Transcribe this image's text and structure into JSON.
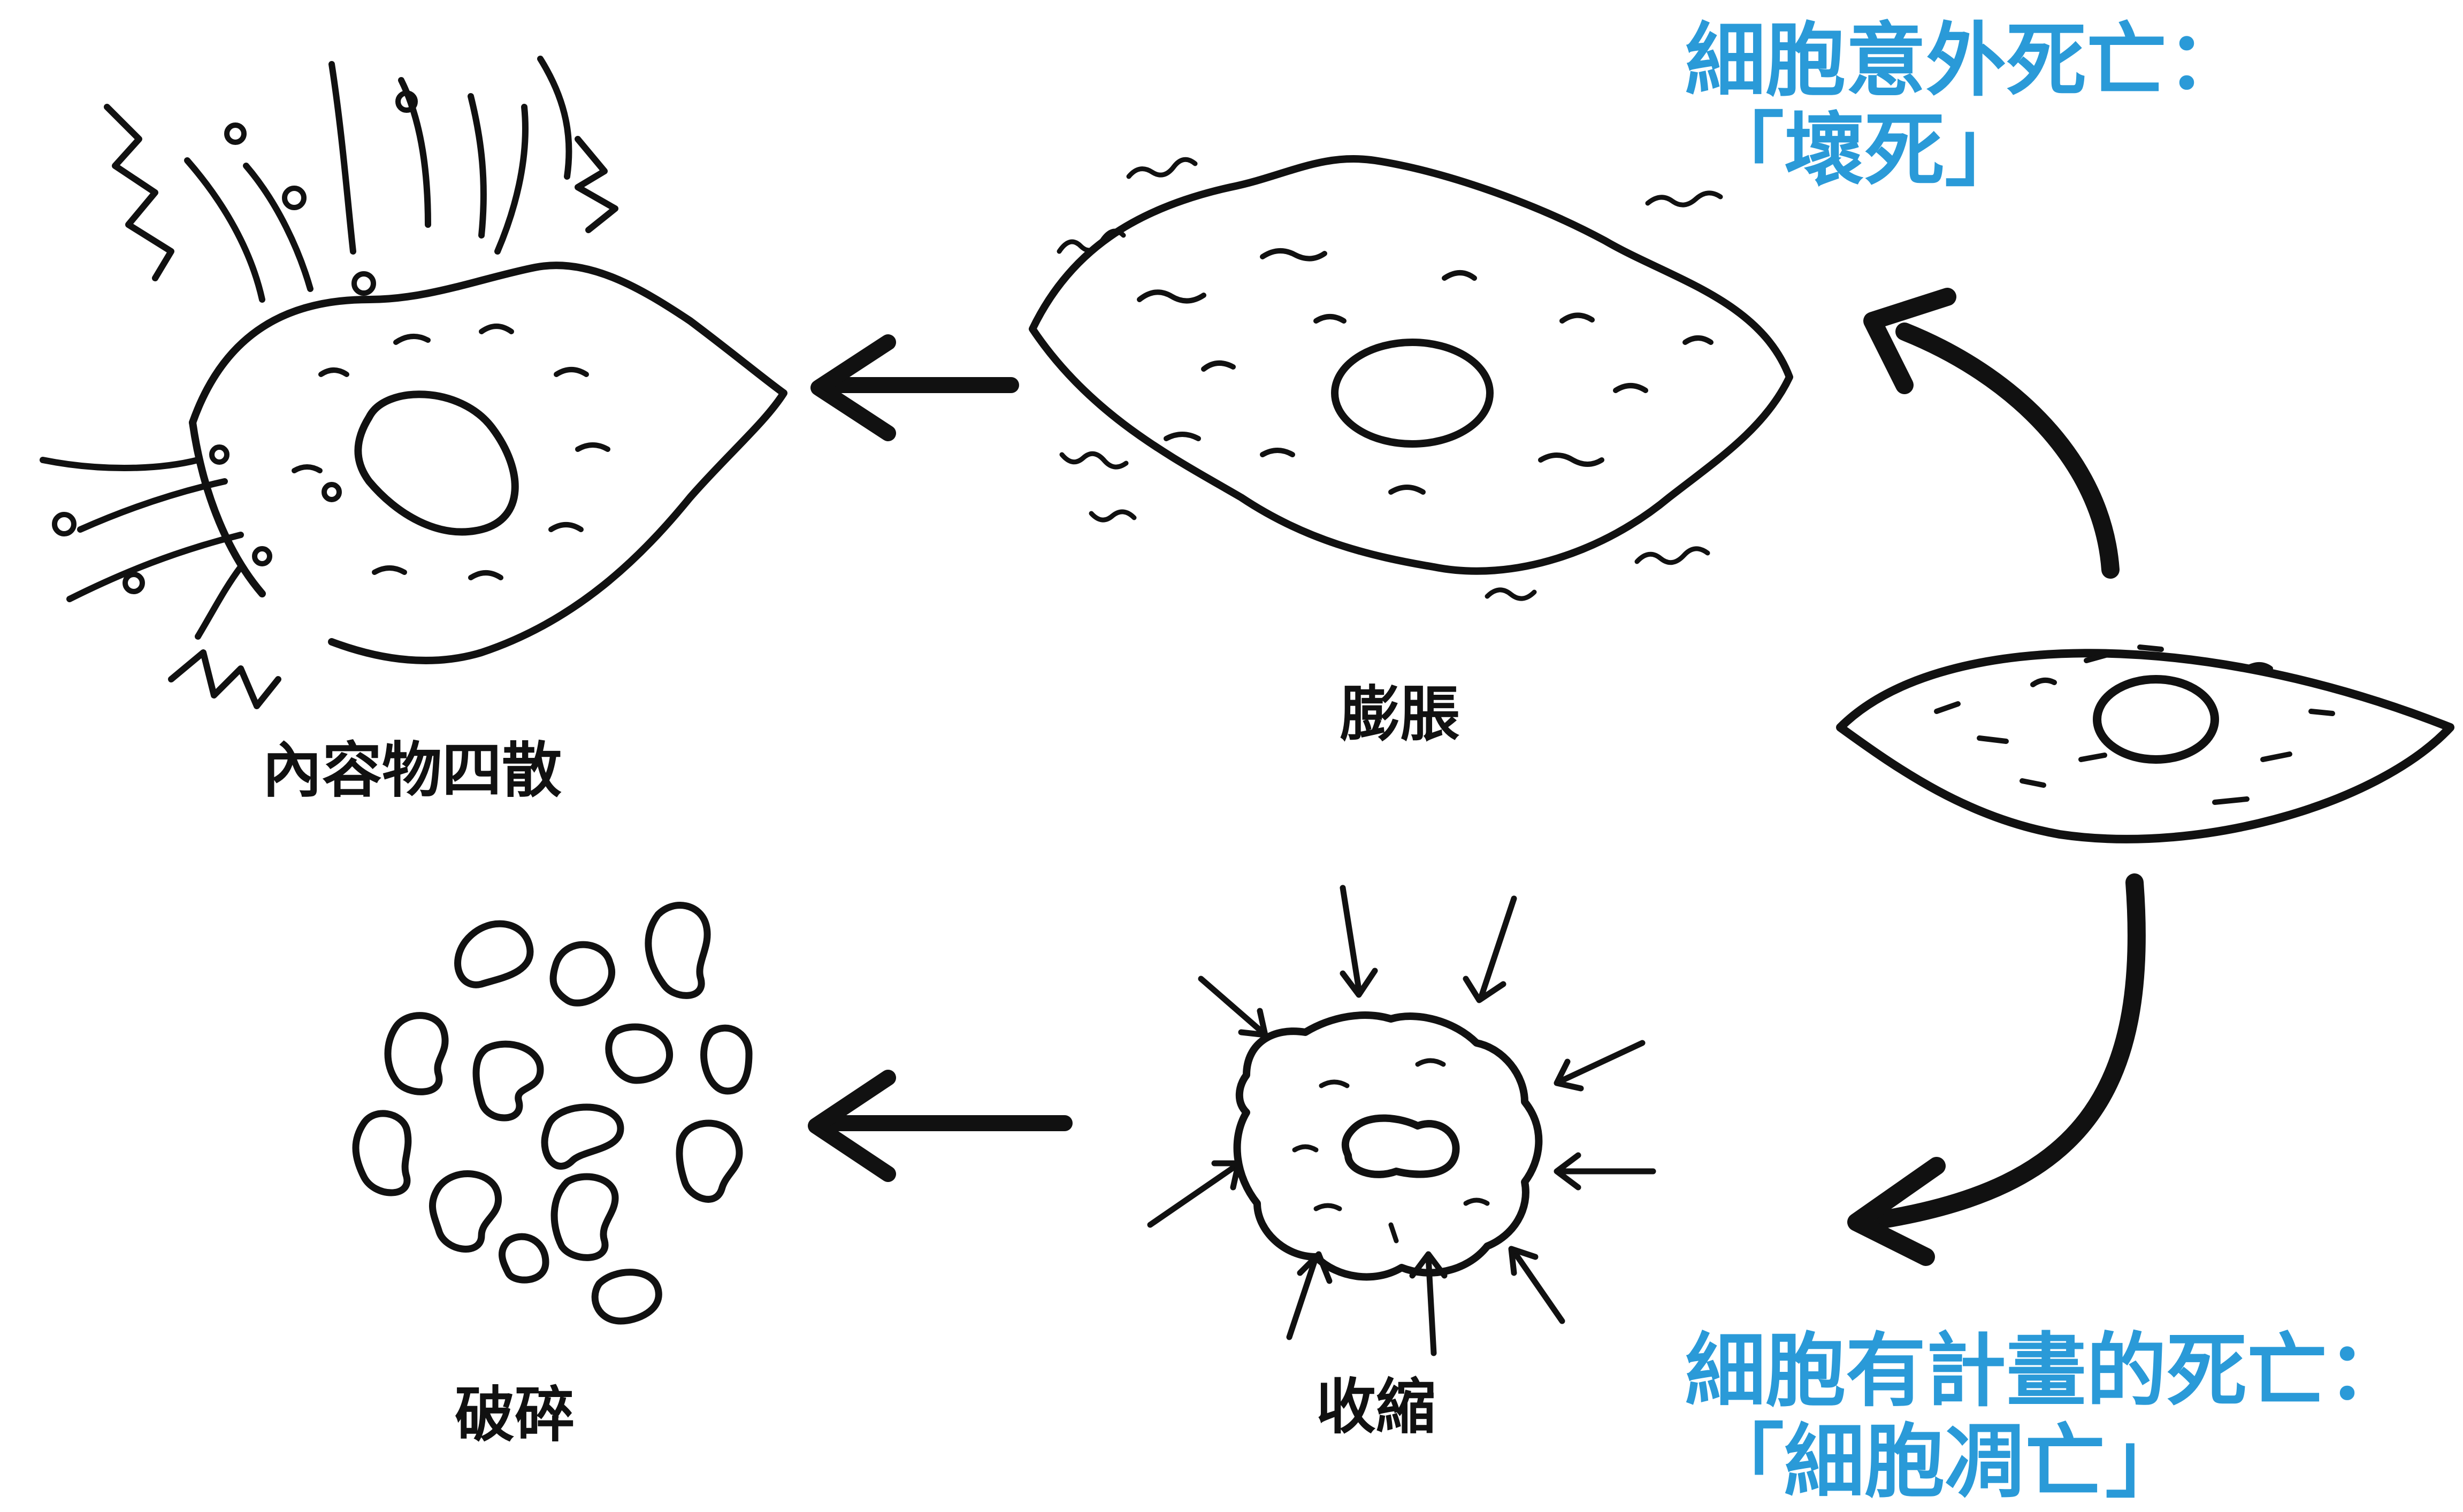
{
  "necrosis": {
    "heading": "細胞意外死亡：",
    "term": "「壞死」",
    "stage_swelling": "膨脹",
    "stage_burst": "內容物四散"
  },
  "apoptosis": {
    "heading": "細胞有計畫的死亡：",
    "term": "「細胞凋亡」",
    "stage_shrink": "收縮",
    "stage_fragment": "破碎"
  },
  "colors": {
    "accent": "#2a9ad8",
    "ink": "#111111"
  }
}
